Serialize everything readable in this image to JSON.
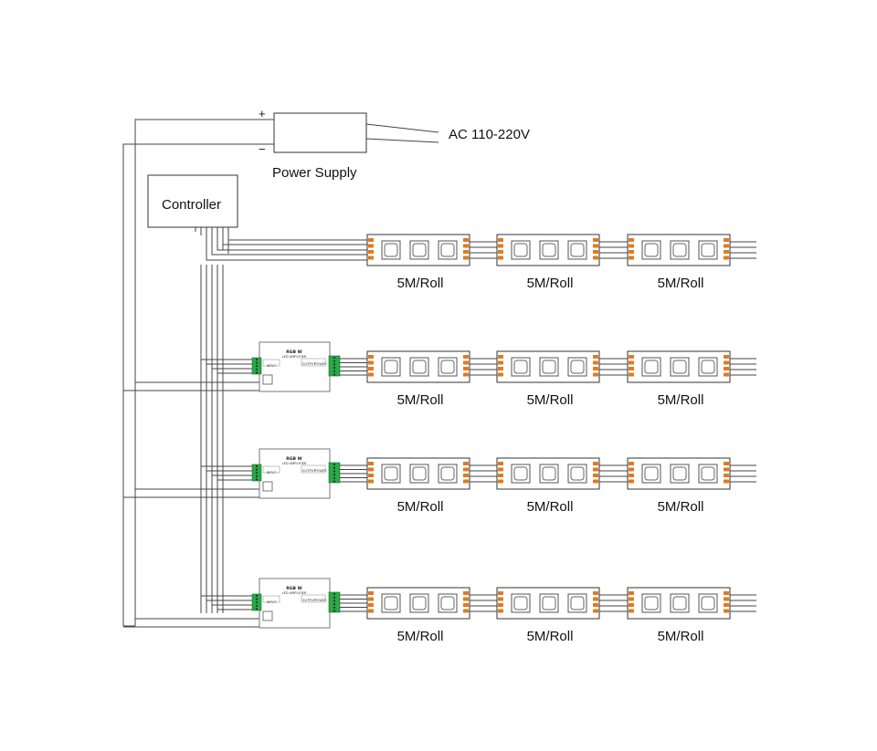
{
  "power_supply": {
    "label": "Power Supply",
    "plus": "+",
    "minus": "−"
  },
  "ac_input": {
    "label": "AC 110-220V"
  },
  "controller": {
    "label": "Controller"
  },
  "amplifier": {
    "title": "RGB W",
    "subtitle": "LED AMPLIFIER",
    "input_label": "INPUT",
    "output_label": "OUTPUT",
    "power_label": "POWER"
  },
  "strip_rows": [
    {
      "segments": [
        "5M/Roll",
        "5M/Roll",
        "5M/Roll"
      ],
      "has_amplifier": false
    },
    {
      "segments": [
        "5M/Roll",
        "5M/Roll",
        "5M/Roll"
      ],
      "has_amplifier": true
    },
    {
      "segments": [
        "5M/Roll",
        "5M/Roll",
        "5M/Roll"
      ],
      "has_amplifier": true
    },
    {
      "segments": [
        "5M/Roll",
        "5M/Roll",
        "5M/Roll"
      ],
      "has_amplifier": true
    }
  ],
  "colors": {
    "wire": "#444444",
    "pad": "#e07a1f",
    "terminal": "#2aa84a",
    "border": "#333333"
  }
}
